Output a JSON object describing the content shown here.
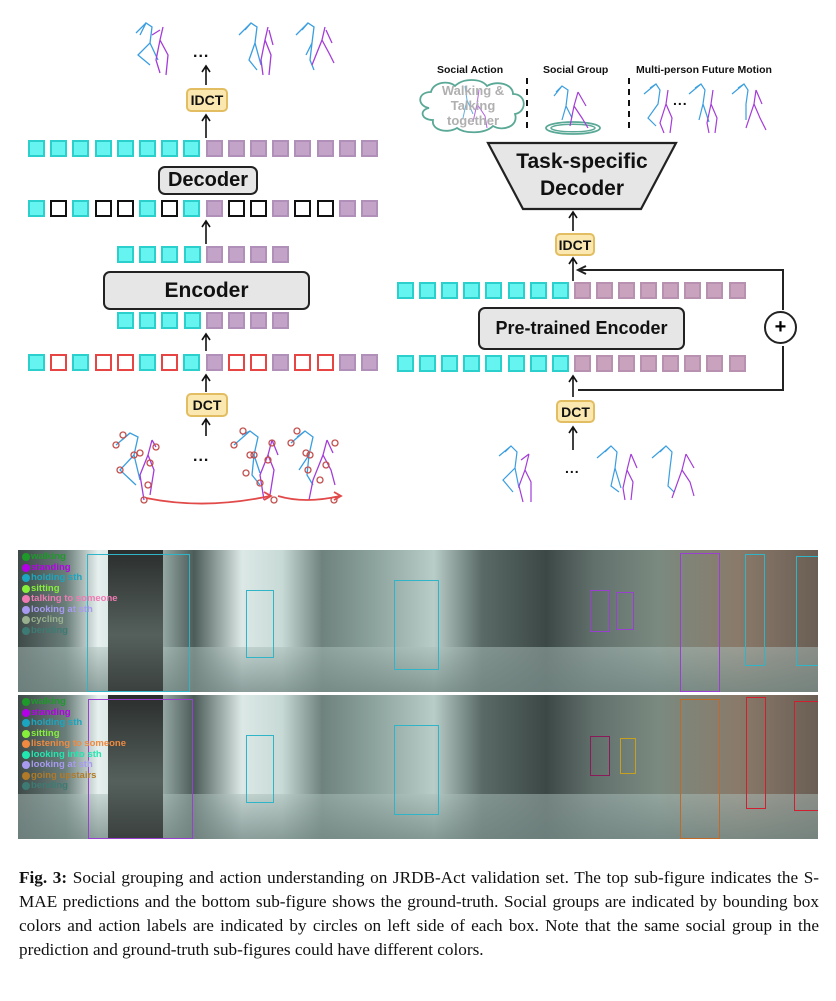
{
  "figure": {
    "left_diagram": {
      "decoder_label": "Decoder",
      "encoder_label": "Encoder",
      "idct_label": "IDCT",
      "dct_label": "DCT",
      "ellipsis": "...",
      "output_row": [
        "c",
        "c",
        "c",
        "c",
        "c",
        "c",
        "c",
        "c",
        "p",
        "p",
        "p",
        "p",
        "p",
        "p",
        "p",
        "p"
      ],
      "decoder_input_row": [
        "c",
        "mb",
        "c",
        "mb",
        "mb",
        "c",
        "mb",
        "c",
        "p",
        "mb",
        "mb",
        "p",
        "mb",
        "mb",
        "p",
        "p"
      ],
      "encoder_output_row": [
        "c",
        "c",
        "c",
        "c",
        "p",
        "p",
        "p",
        "p"
      ],
      "encoder_input_row": [
        "c",
        "c",
        "c",
        "c",
        "p",
        "p",
        "p",
        "p"
      ],
      "masked_input_row": [
        "c",
        "mr",
        "c",
        "mr",
        "mr",
        "c",
        "mr",
        "c",
        "p",
        "mr",
        "mr",
        "p",
        "mr",
        "mr",
        "p",
        "p"
      ]
    },
    "right_diagram": {
      "social_action_title": "Social Action",
      "social_group_title": "Social Group",
      "future_motion_title": "Multi-person Future Motion",
      "cloud_text": "Walking & Talking together",
      "decoder_label_line1": "Task-specific",
      "decoder_label_line2": "Decoder",
      "encoder_label": "Pre-trained Encoder",
      "idct_label": "IDCT",
      "dct_label": "DCT",
      "plus_symbol": "+",
      "ellipsis": "...",
      "token_row": [
        "c",
        "c",
        "c",
        "c",
        "c",
        "c",
        "c",
        "c",
        "k",
        "k",
        "k",
        "k",
        "k",
        "k",
        "k",
        "k"
      ]
    },
    "photos": {
      "prediction_legend": [
        {
          "label": "walking",
          "color": "#1e9a2a"
        },
        {
          "label": "standing",
          "color": "#b400e6"
        },
        {
          "label": "holding sth",
          "color": "#1aa6c0"
        },
        {
          "label": "sitting",
          "color": "#86f03a"
        },
        {
          "label": "talking to someone",
          "color": "#f07ab4"
        },
        {
          "label": "looking at sth",
          "color": "#a89af0"
        },
        {
          "label": "cycling",
          "color": "#98b08e"
        },
        {
          "label": "bending",
          "color": "#3e7a74"
        }
      ],
      "ground_truth_legend": [
        {
          "label": "walking",
          "color": "#1e9a2a"
        },
        {
          "label": "standing",
          "color": "#b400e6"
        },
        {
          "label": "holding sth",
          "color": "#1aa6c0"
        },
        {
          "label": "sitting",
          "color": "#86f03a"
        },
        {
          "label": "listening to someone",
          "color": "#f08a40"
        },
        {
          "label": "looking into sth",
          "color": "#22e6b0"
        },
        {
          "label": "looking at sth",
          "color": "#a89af0"
        },
        {
          "label": "going upstairs",
          "color": "#b07a28"
        },
        {
          "label": "bending",
          "color": "#3e7a74"
        }
      ]
    },
    "caption": {
      "label": "Fig. 3:",
      "text": "Social grouping and action understanding on JRDB-Act validation set. The top sub-figure indicates the S-MAE predictions and the bottom sub-figure shows the ground-truth. Social groups are indicated by bounding box colors and action labels are indicated by circles on left side of each box. Note that the same social group in the prediction and ground-truth sub-figures could have different colors."
    },
    "colors": {
      "cyan_token": "#66f4f0",
      "purple_token": "#c4a3c8",
      "pink_token": "#c9a2bd",
      "mask_red": "#e74444",
      "tag_fill": "#fbe7b0",
      "box_fill": "#e6e6e6",
      "skeleton_blue": "#3a9ee0",
      "skeleton_purple": "#a43cd8"
    }
  }
}
